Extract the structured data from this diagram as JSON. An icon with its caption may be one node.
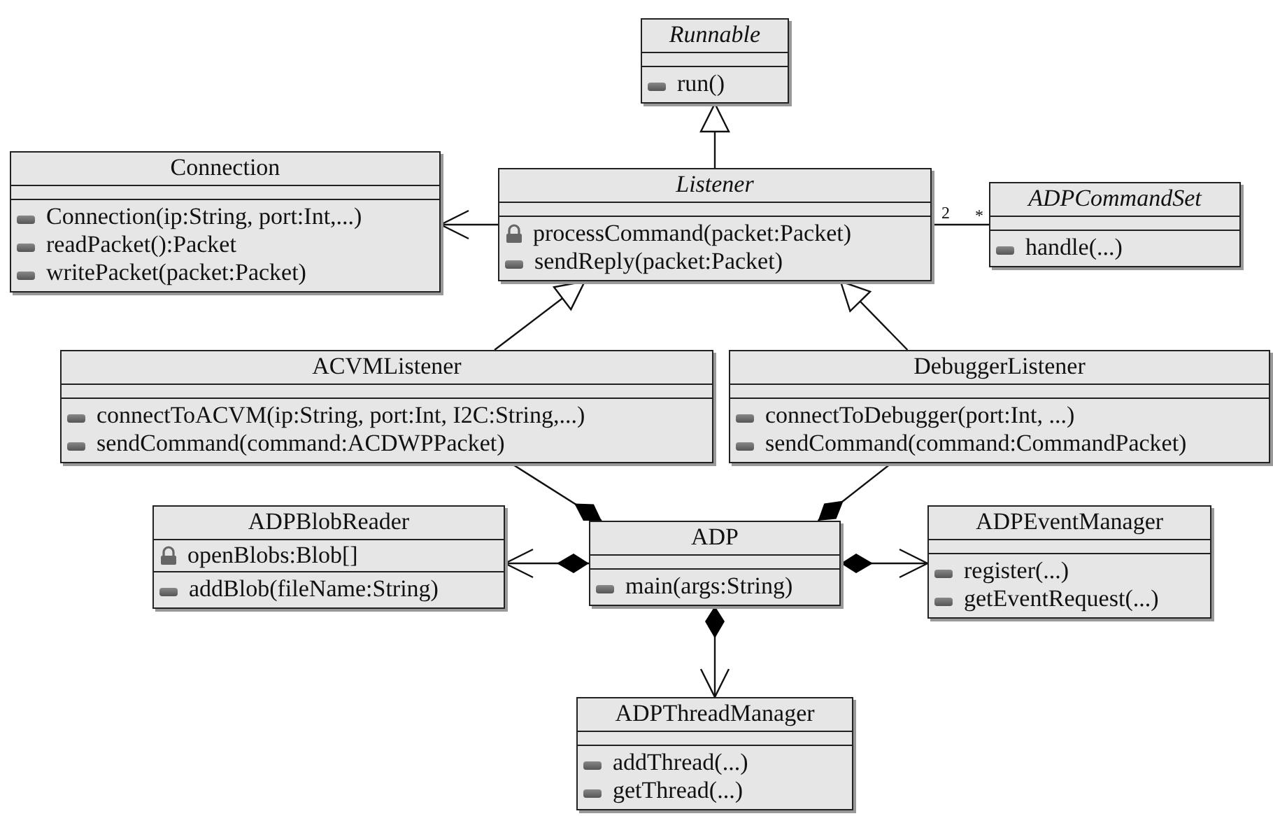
{
  "diagram": {
    "nodes": [
      {
        "text": [
          "Runnable",
          "run()"
        ]
      },
      {
        "text": [
          "Connection",
          "Connection(ip:String, port:Int,...)",
          "readPacket():Packet",
          "writePacket(packet:Packet)"
        ]
      },
      {
        "text": [
          "Listener",
          "processCommand(packet:Packet)",
          "sendReply(packet:Packet)"
        ]
      },
      {
        "text": [
          "ADPCommandSet",
          "handle(...)"
        ]
      },
      {
        "text": [
          "ACVMListener",
          "connectToACVM(ip:String, port:Int, I2C:String,...)",
          "sendCommand(command:ACDWPPacket)"
        ]
      },
      {
        "text": [
          "DebuggerListener",
          "connectToDebugger(port:Int, ...)",
          "sendCommand(command:CommandPacket)"
        ]
      },
      {
        "text": [
          "ADPBlobReader",
          "openBlobs:Blob[]",
          "addBlob(fileName:String)"
        ]
      },
      {
        "text": [
          "ADP",
          "main(args:String)"
        ]
      },
      {
        "text": [
          "ADPEventManager",
          "register(...)",
          "getEventRequest(...)"
        ]
      },
      {
        "text": [
          "ADPThreadManager",
          "addThread(...)",
          "getThread(...)"
        ]
      }
    ],
    "edges": [
      {
        "from": 2,
        "to": 0,
        "arrow": "to"
      },
      {
        "from": 2,
        "to": 1,
        "arrow": "to"
      },
      {
        "from": 2,
        "to": 3,
        "arrow": "none"
      },
      {
        "from": 4,
        "to": 2,
        "arrow": "to"
      },
      {
        "from": 5,
        "to": 2,
        "arrow": "to"
      },
      {
        "from": 7,
        "to": 4,
        "arrow": "other"
      },
      {
        "from": 7,
        "to": 5,
        "arrow": "other"
      },
      {
        "from": 7,
        "to": 6,
        "arrow": "to"
      },
      {
        "from": 7,
        "to": 8,
        "arrow": "to"
      },
      {
        "from": 7,
        "to": 9,
        "arrow": "to"
      }
    ],
    "labels": [
      "2",
      "*"
    ]
  }
}
